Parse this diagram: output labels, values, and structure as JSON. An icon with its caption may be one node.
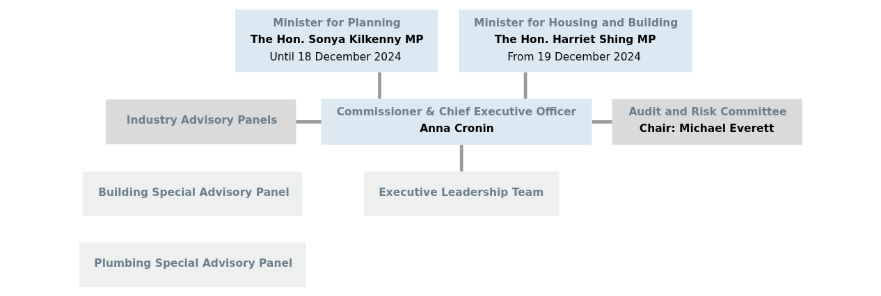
{
  "diagram": {
    "nodes": [
      {
        "text": [
          "Minister for Planning",
          "The Hon. Sonya Kilkenny MP",
          "Until 18 December 2024"
        ]
      },
      {
        "text": [
          "Minister for Housing and Building",
          "The Hon. Harriet Shing MP",
          "From 19 December 2024"
        ]
      },
      {
        "text": [
          "Industry Advisory Panels"
        ]
      },
      {
        "text": [
          "Commissioner & Chief Executive Officer",
          "Anna Cronin"
        ]
      },
      {
        "text": [
          "Audit and Risk Committee",
          "Chair: Michael Everett"
        ]
      },
      {
        "text": [
          "Building Special Advisory Panel"
        ]
      },
      {
        "text": [
          "Plumbing Special Advisory Panel"
        ]
      },
      {
        "text": [
          "Executive Leadership Team"
        ]
      }
    ],
    "edges": [
      {
        "from": 0,
        "to": 3,
        "arrow": "none"
      },
      {
        "from": 1,
        "to": 3,
        "arrow": "none"
      },
      {
        "from": 2,
        "to": 3,
        "arrow": "none"
      },
      {
        "from": 3,
        "to": 4,
        "arrow": "none"
      },
      {
        "from": 3,
        "to": 7,
        "arrow": "none"
      }
    ]
  }
}
